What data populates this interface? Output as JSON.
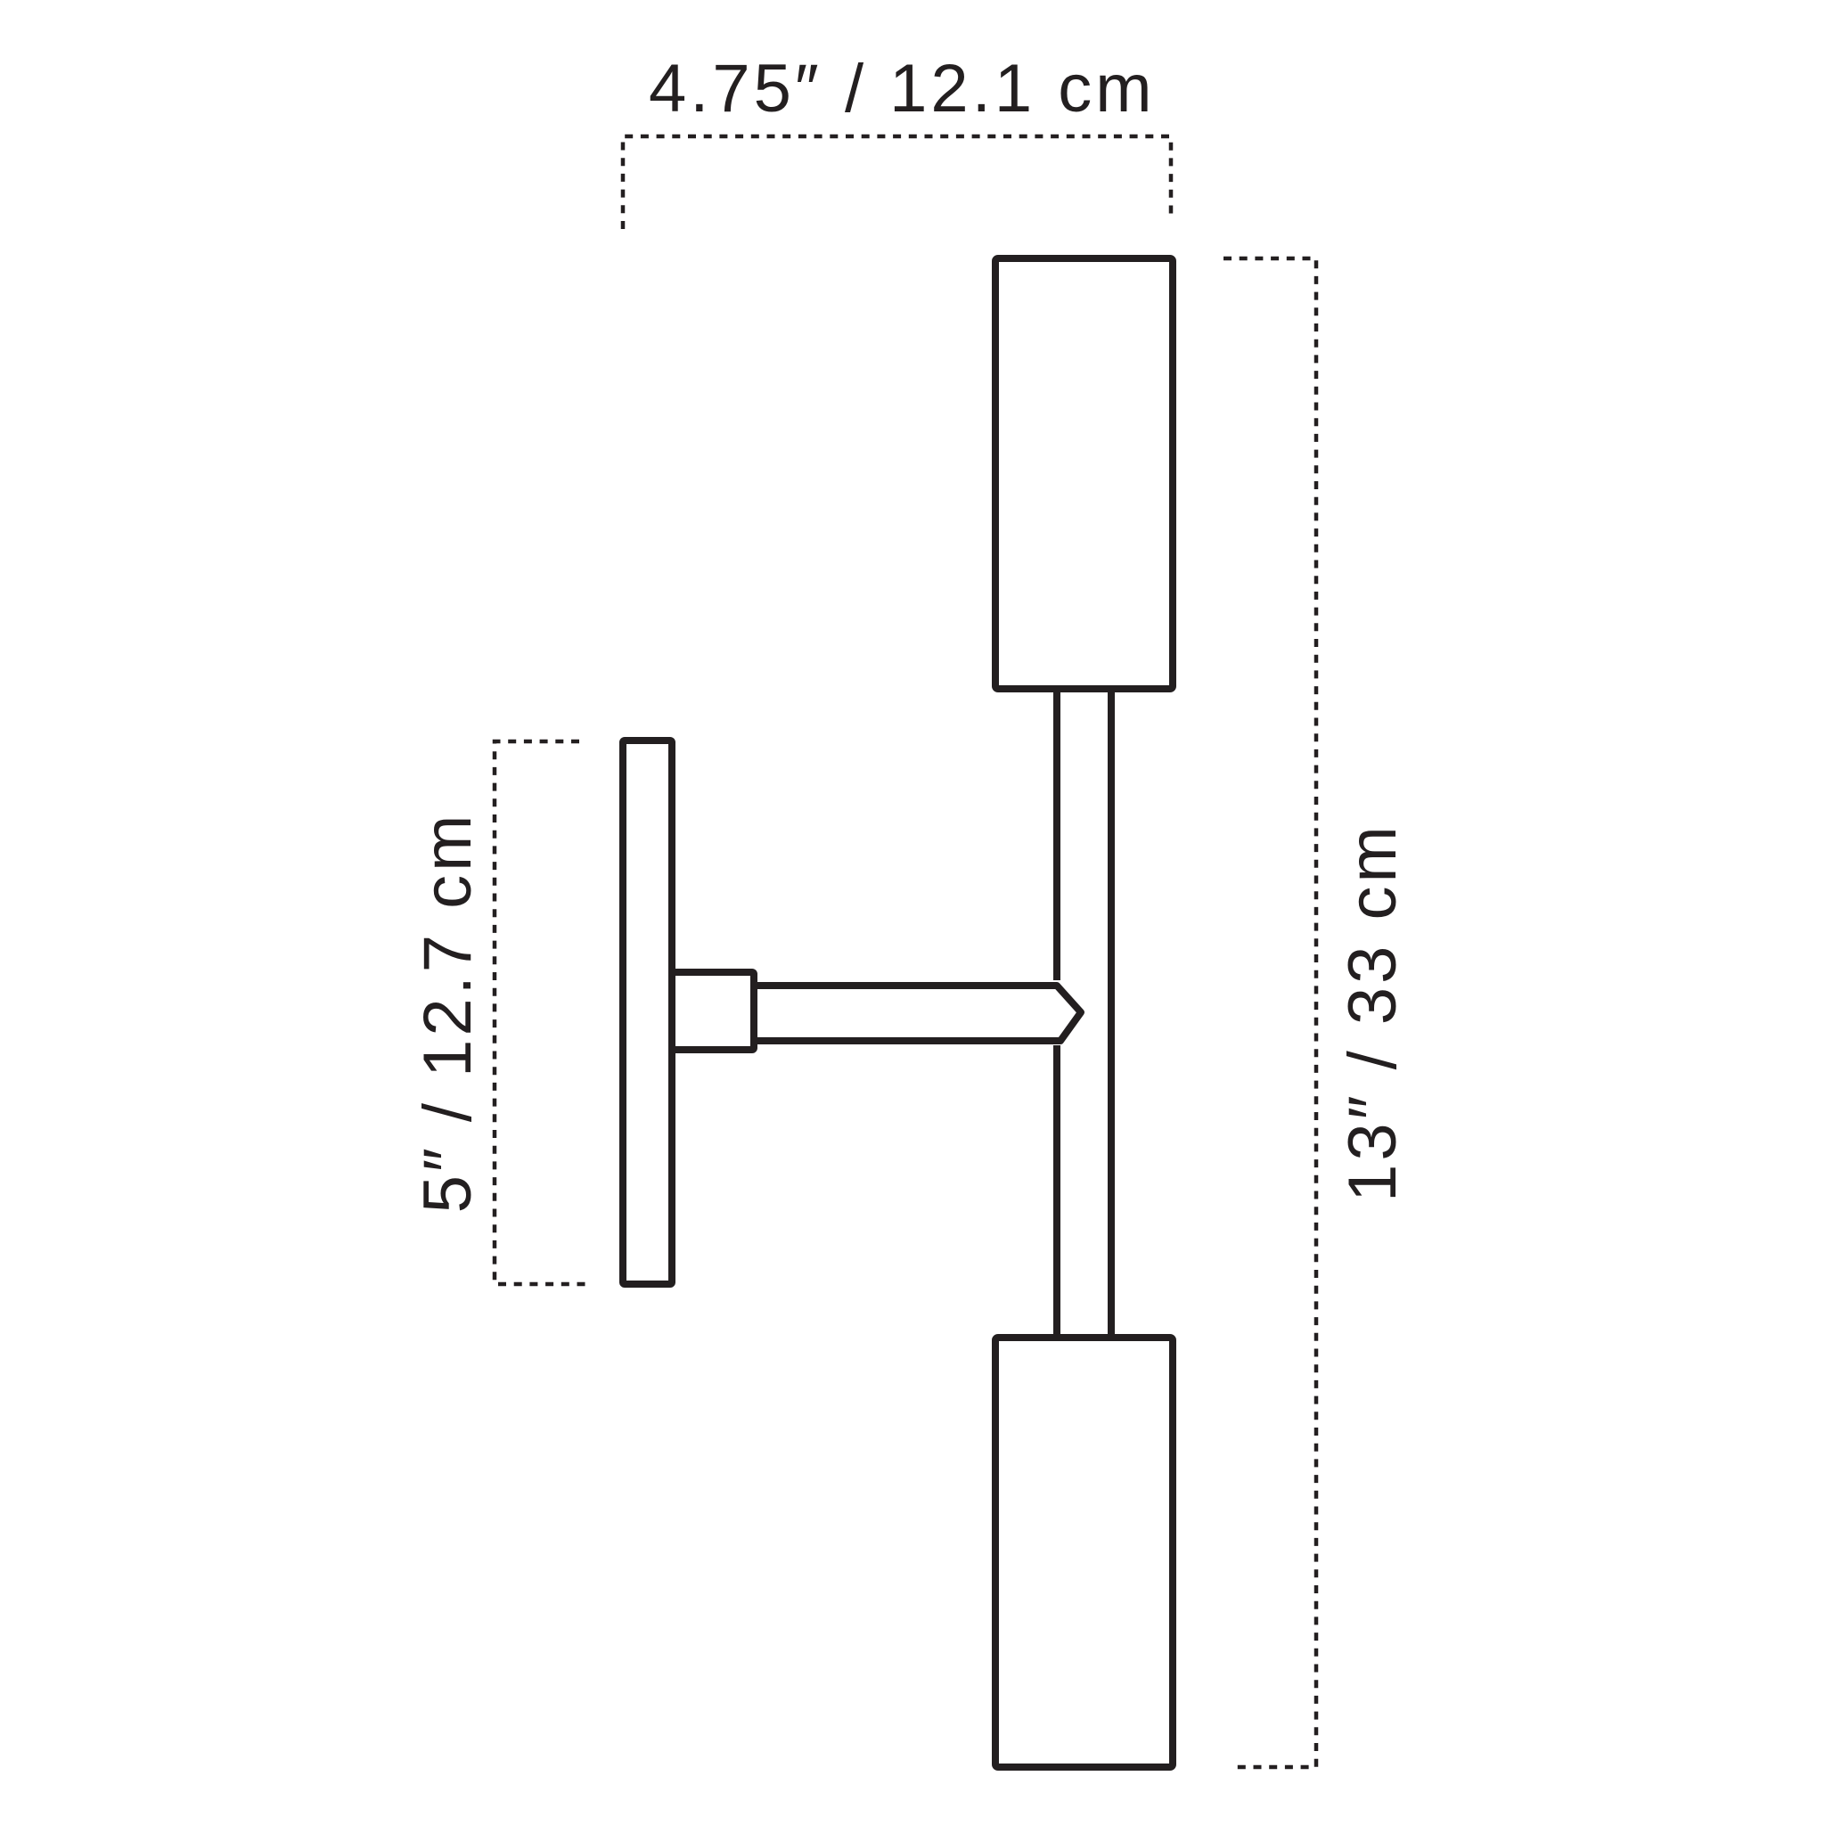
{
  "diagram": {
    "subject": "two-light wall sconce dimension drawing",
    "colors": {
      "line": "#231f20",
      "background": "#ffffff"
    },
    "dimensions": {
      "width": {
        "label": "4.75″ / 12.1 cm",
        "inches": 4.75,
        "cm": 12.1,
        "orientation": "horizontal"
      },
      "backplate_height": {
        "label": "5″ / 12.7 cm",
        "inches": 5,
        "cm": 12.7,
        "orientation": "vertical"
      },
      "overall_height": {
        "label": "13″ / 33 cm",
        "inches": 13,
        "cm": 33,
        "orientation": "vertical"
      }
    },
    "parts": [
      "upper-shade",
      "lower-shade",
      "vertical-stem",
      "horizontal-arm",
      "socket-collar",
      "wall-backplate"
    ]
  }
}
